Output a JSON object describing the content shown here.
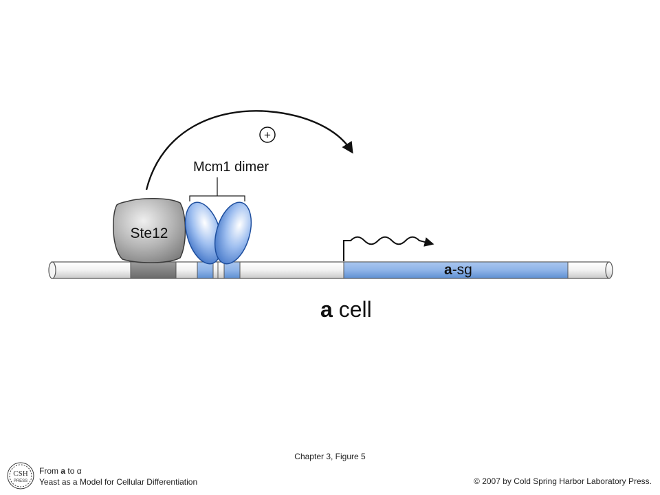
{
  "diagram": {
    "mcm1_label": "Mcm1 dimer",
    "ste12_label": "Ste12",
    "activation_symbol": "+",
    "gene_prefix": "a",
    "gene_suffix": "-sg",
    "cell_prefix": "a",
    "cell_suffix": " cell"
  },
  "caption": {
    "chapter": "Chapter 3, Figure 5",
    "source_line1_pre": "From ",
    "source_line1_bold": "a",
    "source_line1_post": " to α",
    "source_line2": "Yeast as a Model for Cellular Differentiation",
    "copyright": "© 2007 by Cold Spring Harbor Laboratory Press."
  },
  "logo": {
    "top": "CSH",
    "bottom": "PRESS"
  },
  "colors": {
    "blue": "#5b8fd6",
    "blue_dark": "#1f4f9e",
    "gray": "#9a9a9a"
  }
}
